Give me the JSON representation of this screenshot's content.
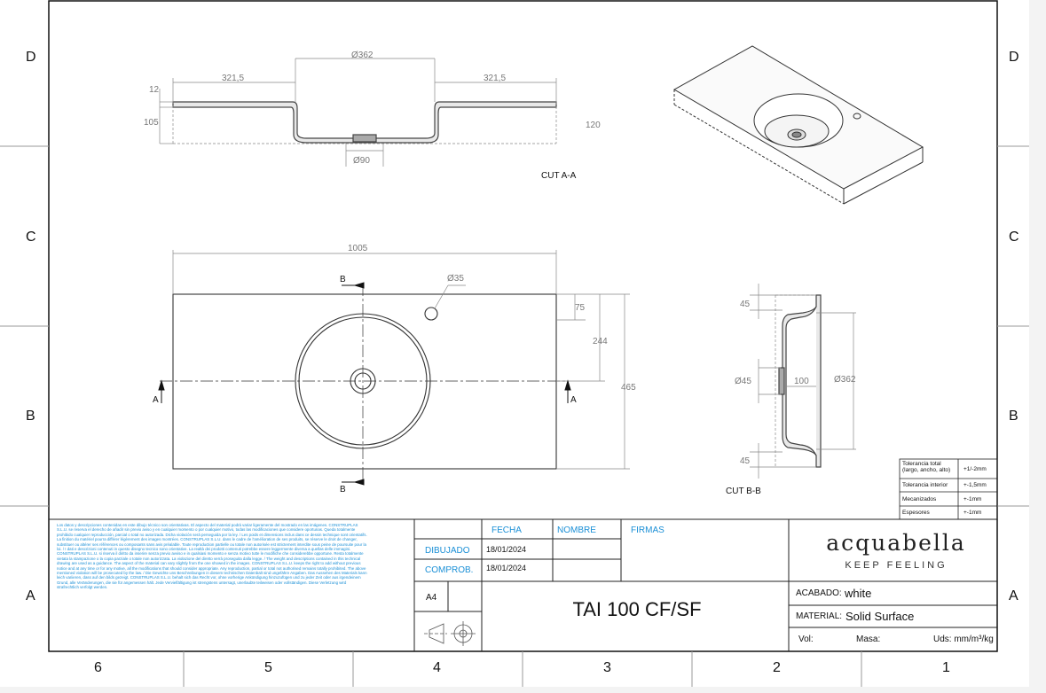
{
  "zones": {
    "rows": [
      "D",
      "C",
      "B",
      "A"
    ],
    "cols": [
      "6",
      "5",
      "4",
      "3",
      "2",
      "1"
    ]
  },
  "dims": {
    "d362_top": "Ø362",
    "w321_left": "321,5",
    "w321_right": "321,5",
    "h12": "12",
    "h105": "105",
    "h120": "120",
    "d90": "Ø90",
    "w1005": "1005",
    "d35": "Ø35",
    "h75": "75",
    "h244": "244",
    "h465": "465",
    "s45_top": "45",
    "s45_mid": "Ø45",
    "s100": "100",
    "s362": "Ø362",
    "s45_bot": "45"
  },
  "labels": {
    "cut_aa": "CUT A-A",
    "cut_bb": "CUT B-B",
    "sec_b": "B",
    "sec_a": "A"
  },
  "tolerances": [
    {
      "label": "Tolerancia total (largo, ancho, alto)",
      "value": "+1/-2mm"
    },
    {
      "label": "Tolerancia interior",
      "value": "+-1,5mm"
    },
    {
      "label": "Mecanizados",
      "value": "+-1mm"
    },
    {
      "label": "Espesores",
      "value": "+-1mm"
    }
  ],
  "disclaimer": "Los datos y descripciones contenidas en este dibujo técnico son orientativas. El aspecto del material podrá variar ligeramente del mostrado en las imágenes. CONSTRUPLAS S.L.U. se reserva el derecho de añadir sin previo aviso y en cualquier momento o por cualquier motivo, todas las modificaciones que considere oportunas. Queda totalmente prohibido cualquier reproducción, parcial o total no autorizada. Dicha violación será perseguida por la ley. / Les poids et dimensions inclus dans ce dessin technique sont orientatifs. La finition du matériel pourra différer légèrement des images montrées. CONSTRUPLAS S.L.U. dans le cadre de l'amélioration de ses produits, se réserve le droit de changer, substituer ou altérer ses références ou composants sans avis préalable. Toute reproduction partielle ou totale non autorisée est strictement interdite sous peine de poursuite pour la loi. / I dati e descrizioni contenuti in questo disegno tecnico sono orientative. La realtà dei prodotti contenuti potrebbe essere leggermente diversa a quellas delle immagini. CONSTRUPLAS S.L.U. si riserva il diritto da inserire senza previo avviso e in qualsiasi momento e senza motivo tutte le modifiche che considerebbe opportune. Resta totalmente vietata la stampazione o la copia parziale o totale non autorizzata. La violazione del diretto verrà proseguita dalla legge. / The weight and descriptions contained in this technical drawing are used as a guidance. The aspect of the material can vary slightly from the one showed in the images. CONSTRUPLAS S.L.U. keeps the right to add without previous notice and at any time or for any motive, all the modifications that should consider appropriate. Any reproduction, partial or total not authorised remains totally prohibited. The above mentioned violation will be prosecuted by the law. / Die Gewichte uns Beschreibungen in diesem technischen Datenbalt sind ungefähre Angaben. Das Aussehen des Materials kann leich variieren, dass auf den bilds gezeigt. CONSTRUPLAS S.L.U. behalt sich das Recht vor, ohne vorherige Ankündigung hinzuzufügen und zu jeder Zeit oder aus irgendeinem Grund, alle Veränderungen, die sie für angemessen hält. Jede Vervielfältigung ist strengstens untersagt, unerlaubte teilweisen oder vollständigen. Diese Verletzung wird strafrechtlich verfolgt werden.",
  "title_block": {
    "fecha": "FECHA",
    "nombre": "NOMBRE",
    "firmas": "FIRMAS",
    "dibujado": "DIBUJADO",
    "comprob": "COMPROB.",
    "date1": "18/01/2024",
    "date2": "18/01/2024",
    "size": "A4",
    "product": "TAI 100 CF/SF",
    "brand": "acquabella",
    "tagline": "KEEP FEELING",
    "acabado_label": "ACABADO:",
    "acabado_value": "white",
    "material_label": "MATERIAL:",
    "material_value": "Solid Surface",
    "vol": "Vol:",
    "masa": "Masa:",
    "uds": "Uds: mm/m³/kg"
  },
  "colors": {
    "accent_blue": "#1a8fd6",
    "line": "#222222",
    "dim": "#777777"
  }
}
